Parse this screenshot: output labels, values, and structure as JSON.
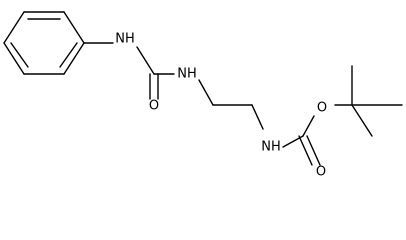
{
  "molecule": {
    "atoms": {
      "nh_phenyl": "NH",
      "nh_urea": "NH",
      "nh_carbamate": "NH",
      "o_urea": "O",
      "o_ester": "O",
      "o_carbonyl": "O"
    }
  }
}
